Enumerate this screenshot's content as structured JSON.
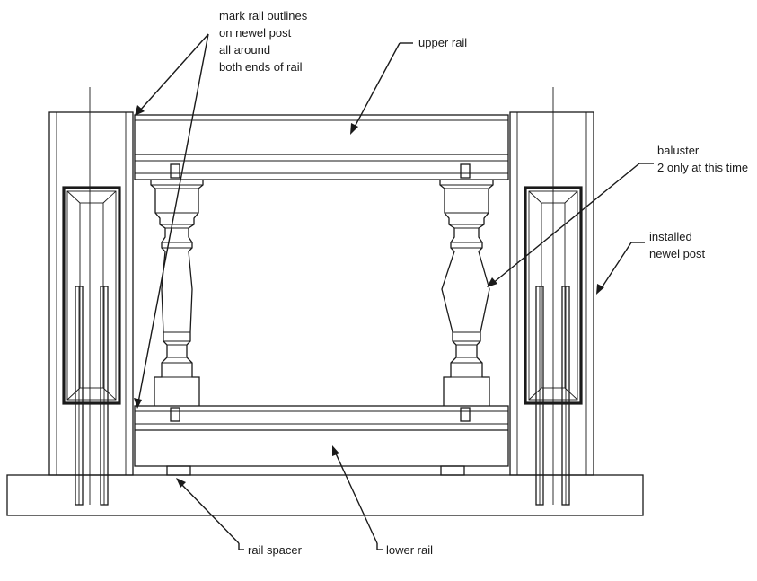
{
  "labels": {
    "mark_rail_outlines": [
      "mark rail outlines",
      "on newel post",
      "all around",
      "both ends of rail"
    ],
    "upper_rail": "upper rail",
    "baluster": [
      "baluster",
      "2 only at this time"
    ],
    "installed_newel_post": [
      "installed",
      "newel post"
    ],
    "rail_spacer": "rail spacer",
    "lower_rail": "lower rail"
  }
}
